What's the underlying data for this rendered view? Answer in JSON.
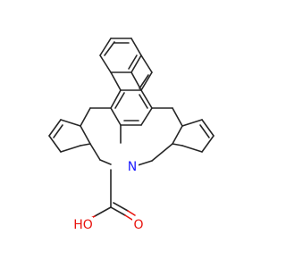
{
  "molecule": {
    "atom_labels": {
      "nitrogen": "N",
      "carbonyl_oxygen": "O",
      "hydroxyl": "HO"
    },
    "colors": {
      "bond": "#262626",
      "nitrogen": "#1a1aff",
      "oxygen": "#e8130d",
      "background": "#ffffff"
    }
  }
}
